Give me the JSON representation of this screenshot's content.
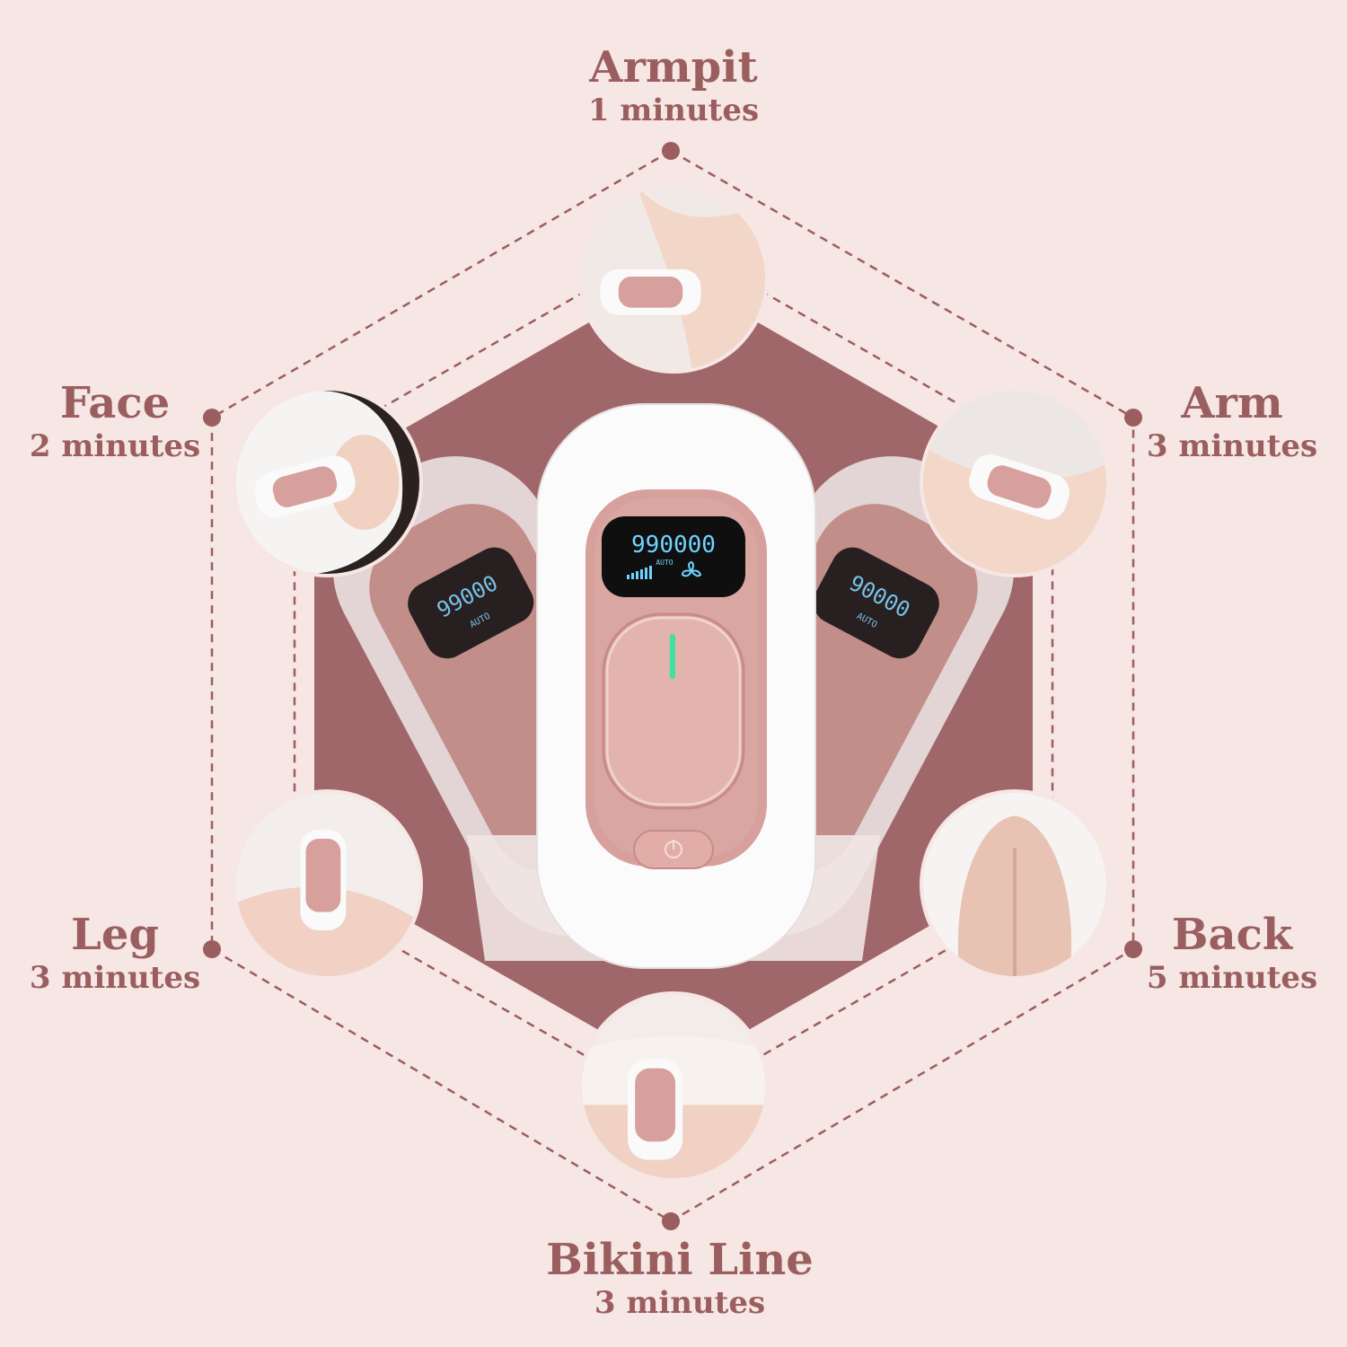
{
  "colors": {
    "background": "#f6e6e4",
    "hexagon_fill": "#a0676a",
    "accent_text": "#9b5e5f",
    "device_white": "#fbfbfb",
    "device_rose": "#d7a09c",
    "lcd_text": "#6fd3ff",
    "indicator": "#3fe0a0"
  },
  "device": {
    "display_count": "990000",
    "display_mode": "AUTO",
    "left_ghost_count": "99000",
    "left_ghost_mode": "AUTO",
    "right_ghost_count": "90000",
    "right_ghost_mode": "AUTO"
  },
  "areas": [
    {
      "key": "armpit",
      "name": "Armpit",
      "time": "1 minutes",
      "icon": "armpit-photo"
    },
    {
      "key": "arm",
      "name": "Arm",
      "time": "3 minutes",
      "icon": "arm-photo"
    },
    {
      "key": "back",
      "name": "Back",
      "time": "5 minutes",
      "icon": "back-photo"
    },
    {
      "key": "bikini",
      "name": "Bikini Line",
      "time": "3 minutes",
      "icon": "bikini-photo"
    },
    {
      "key": "leg",
      "name": "Leg",
      "time": "3 minutes",
      "icon": "leg-photo"
    },
    {
      "key": "face",
      "name": "Face",
      "time": "2 minutes",
      "icon": "face-photo"
    }
  ]
}
